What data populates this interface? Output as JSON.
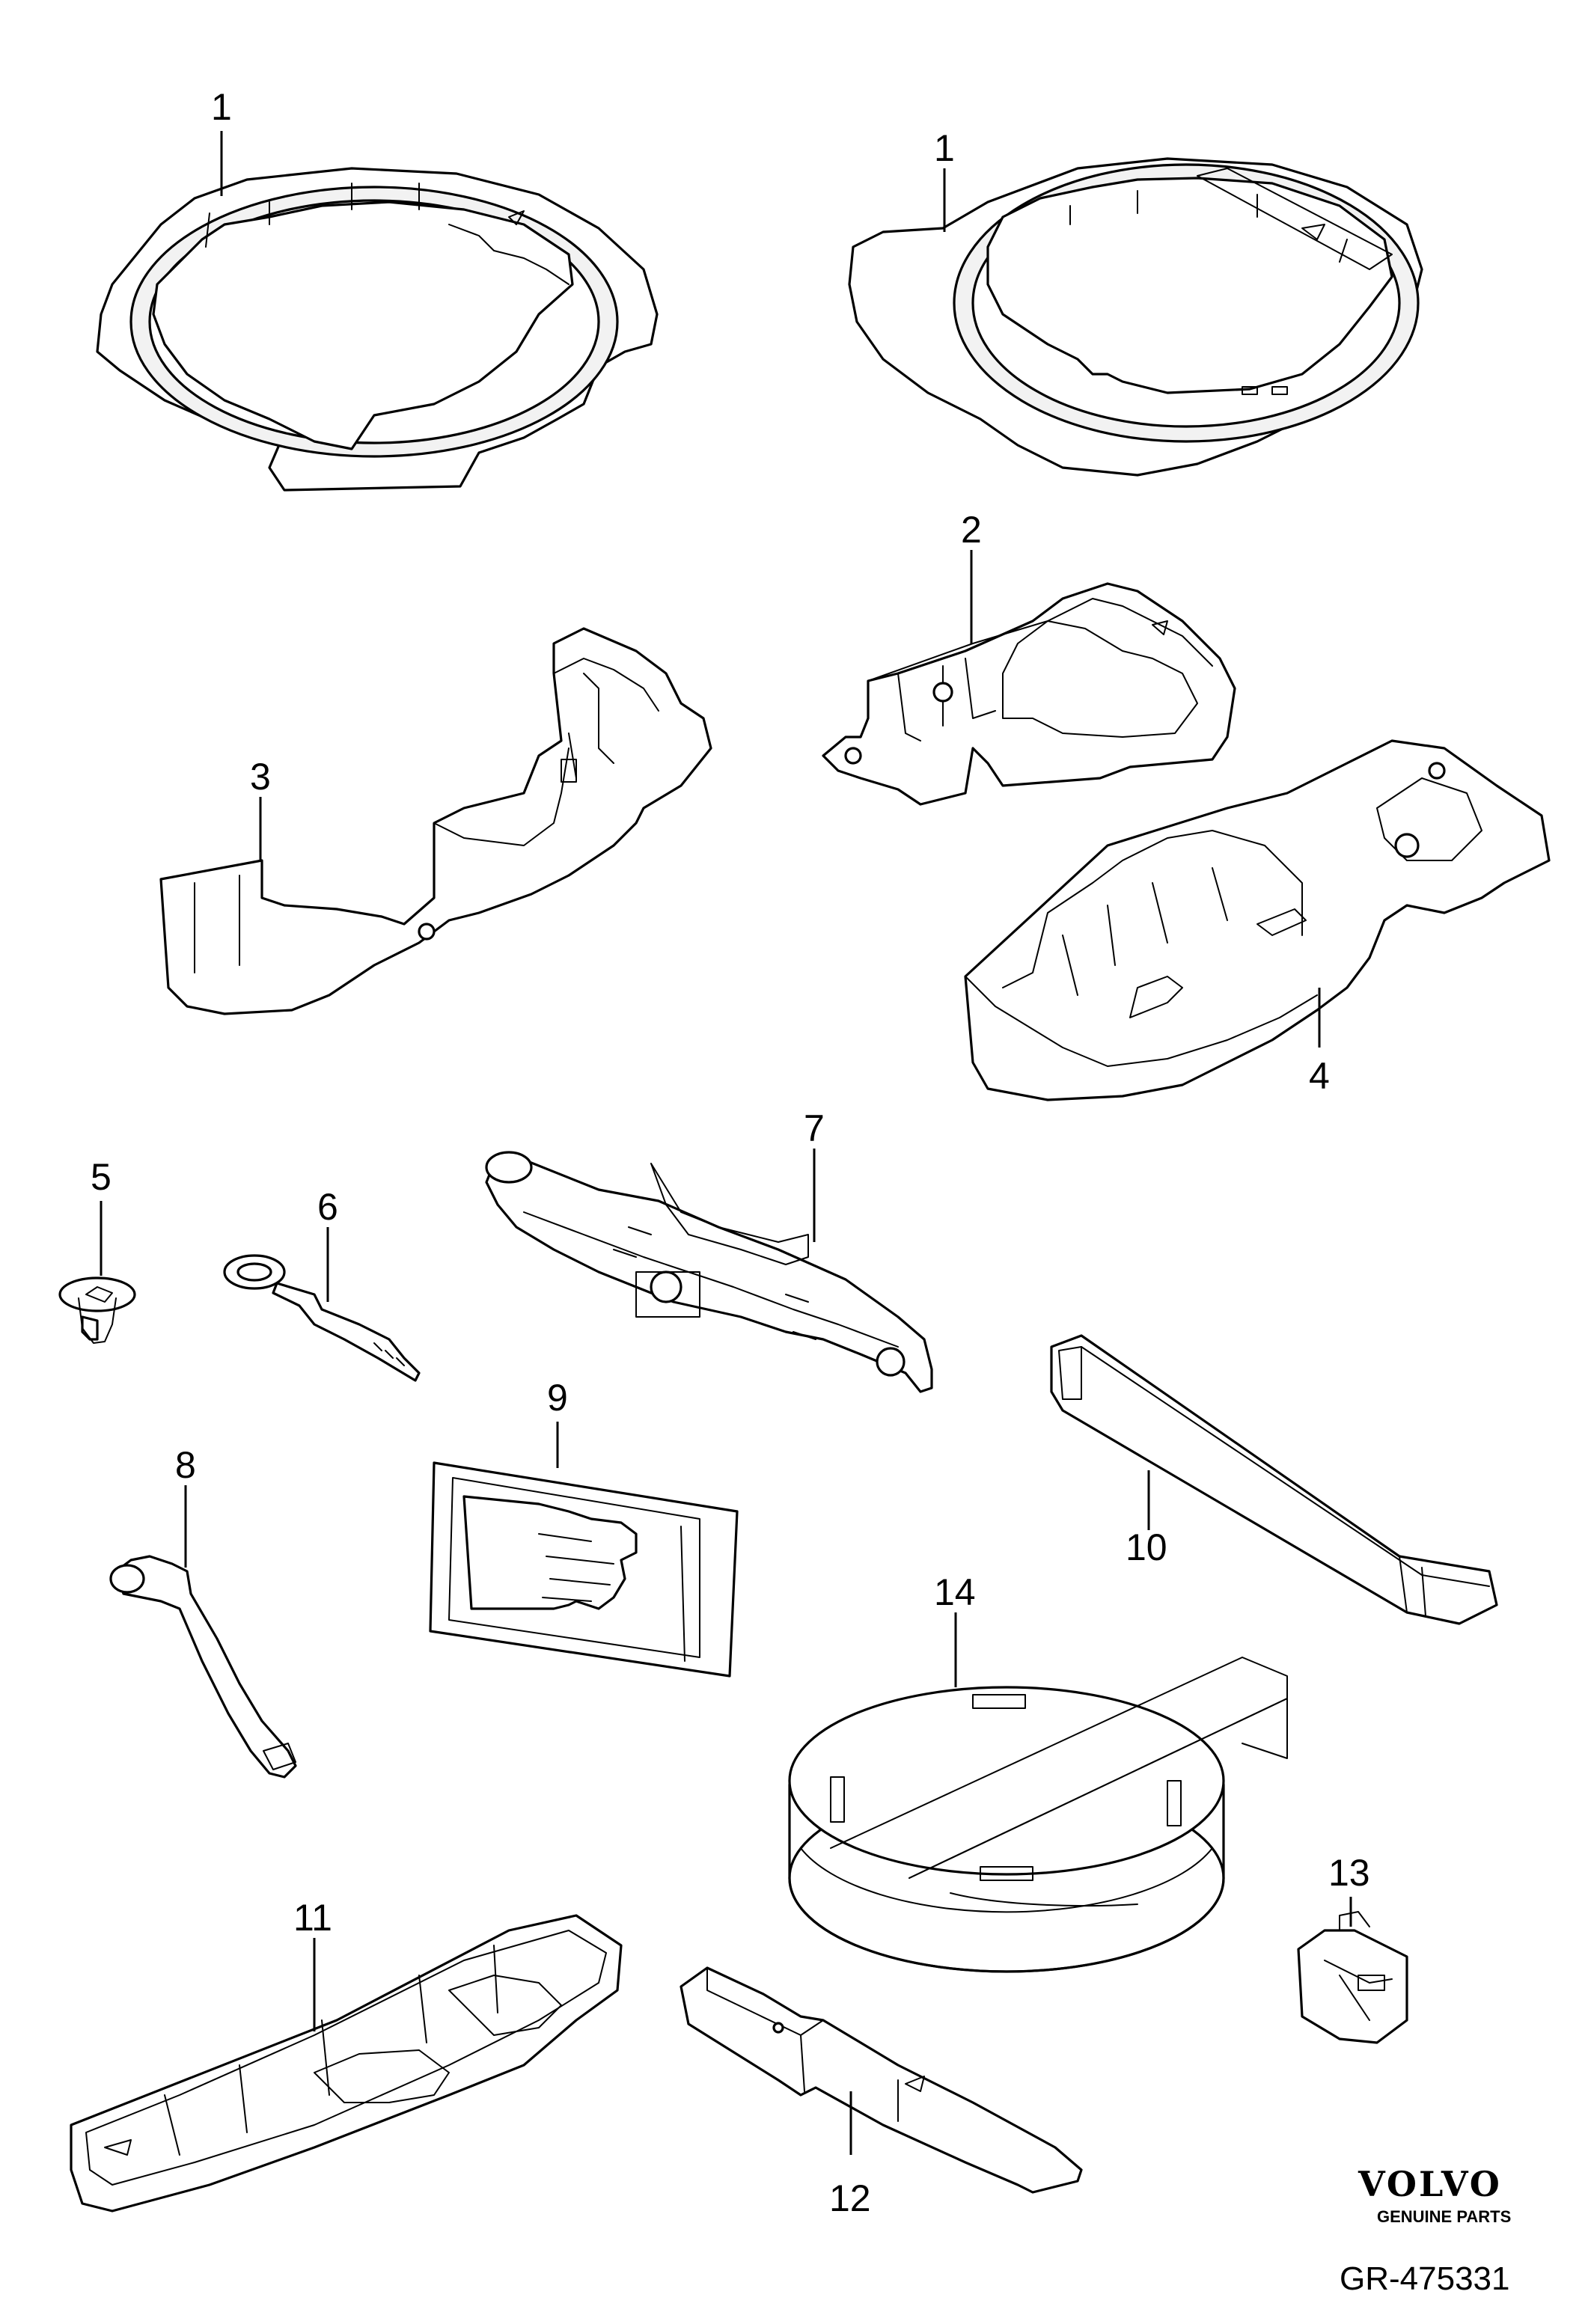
{
  "callouts": {
    "c1a": "1",
    "c1b": "1",
    "c2": "2",
    "c3": "3",
    "c4": "4",
    "c5": "5",
    "c6": "6",
    "c7": "7",
    "c8": "8",
    "c9": "9",
    "c10": "10",
    "c11": "11",
    "c12": "12",
    "c13": "13",
    "c14": "14"
  },
  "brand": {
    "name": "VOLVO",
    "tagline": "GENUINE PARTS"
  },
  "reference": "GR-475331"
}
